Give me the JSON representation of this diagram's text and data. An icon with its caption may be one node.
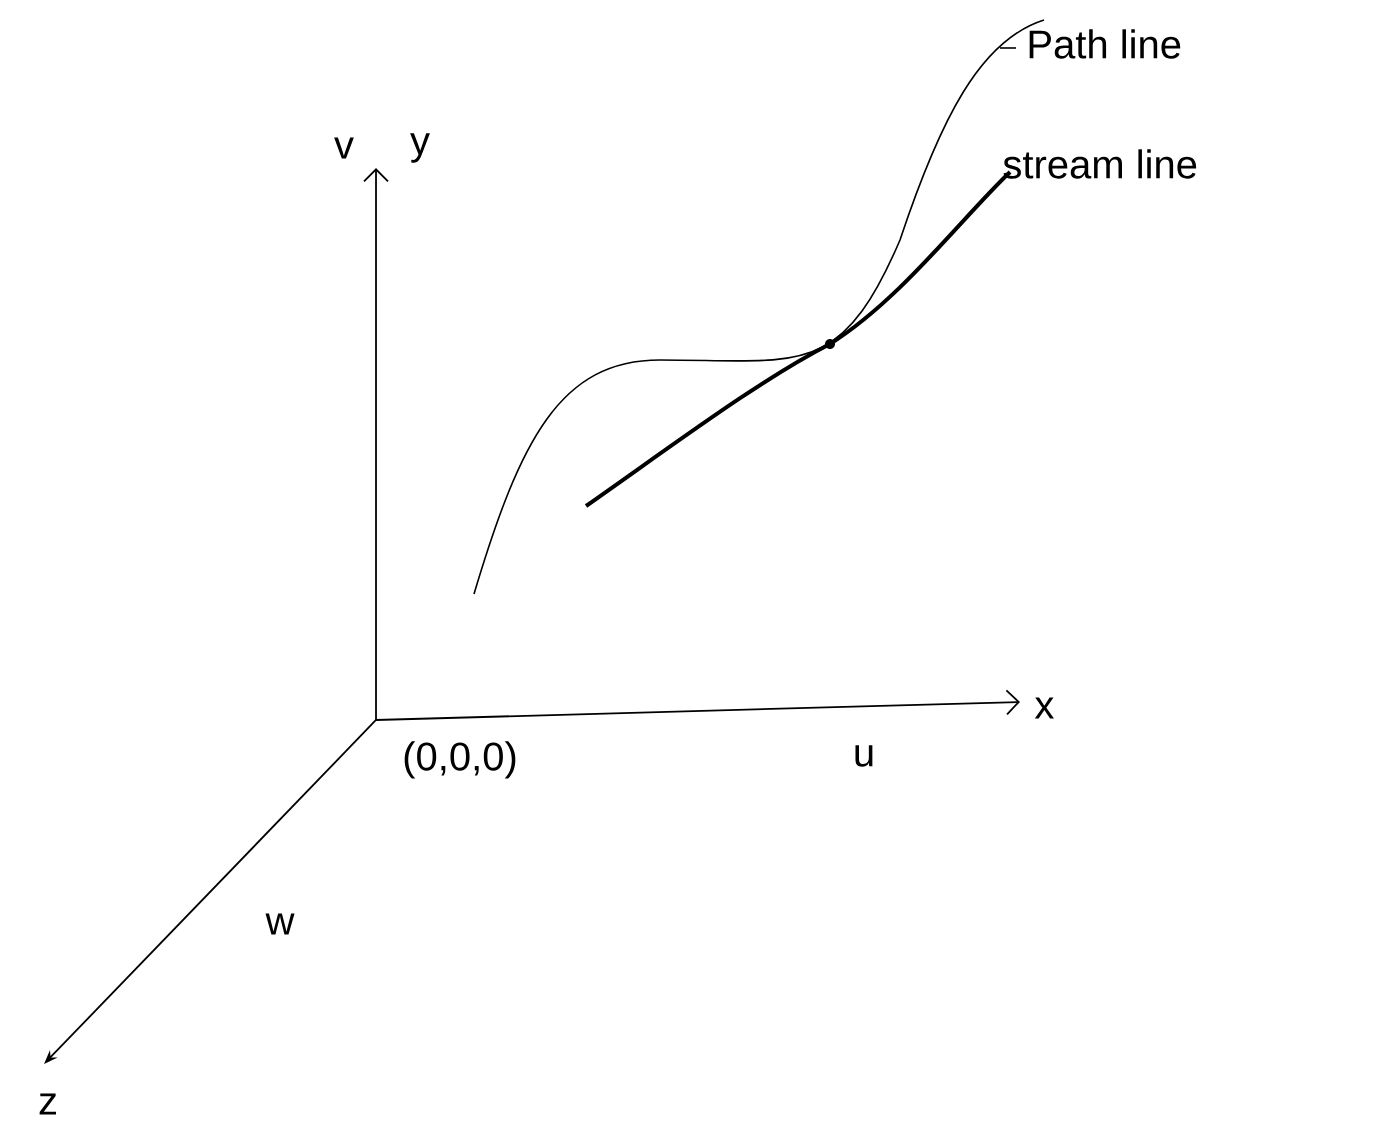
{
  "diagram": {
    "labels": [
      "Path line",
      "v",
      "y",
      "stream line",
      "x",
      "(0,0,0)",
      "u",
      "w",
      "z"
    ]
  }
}
